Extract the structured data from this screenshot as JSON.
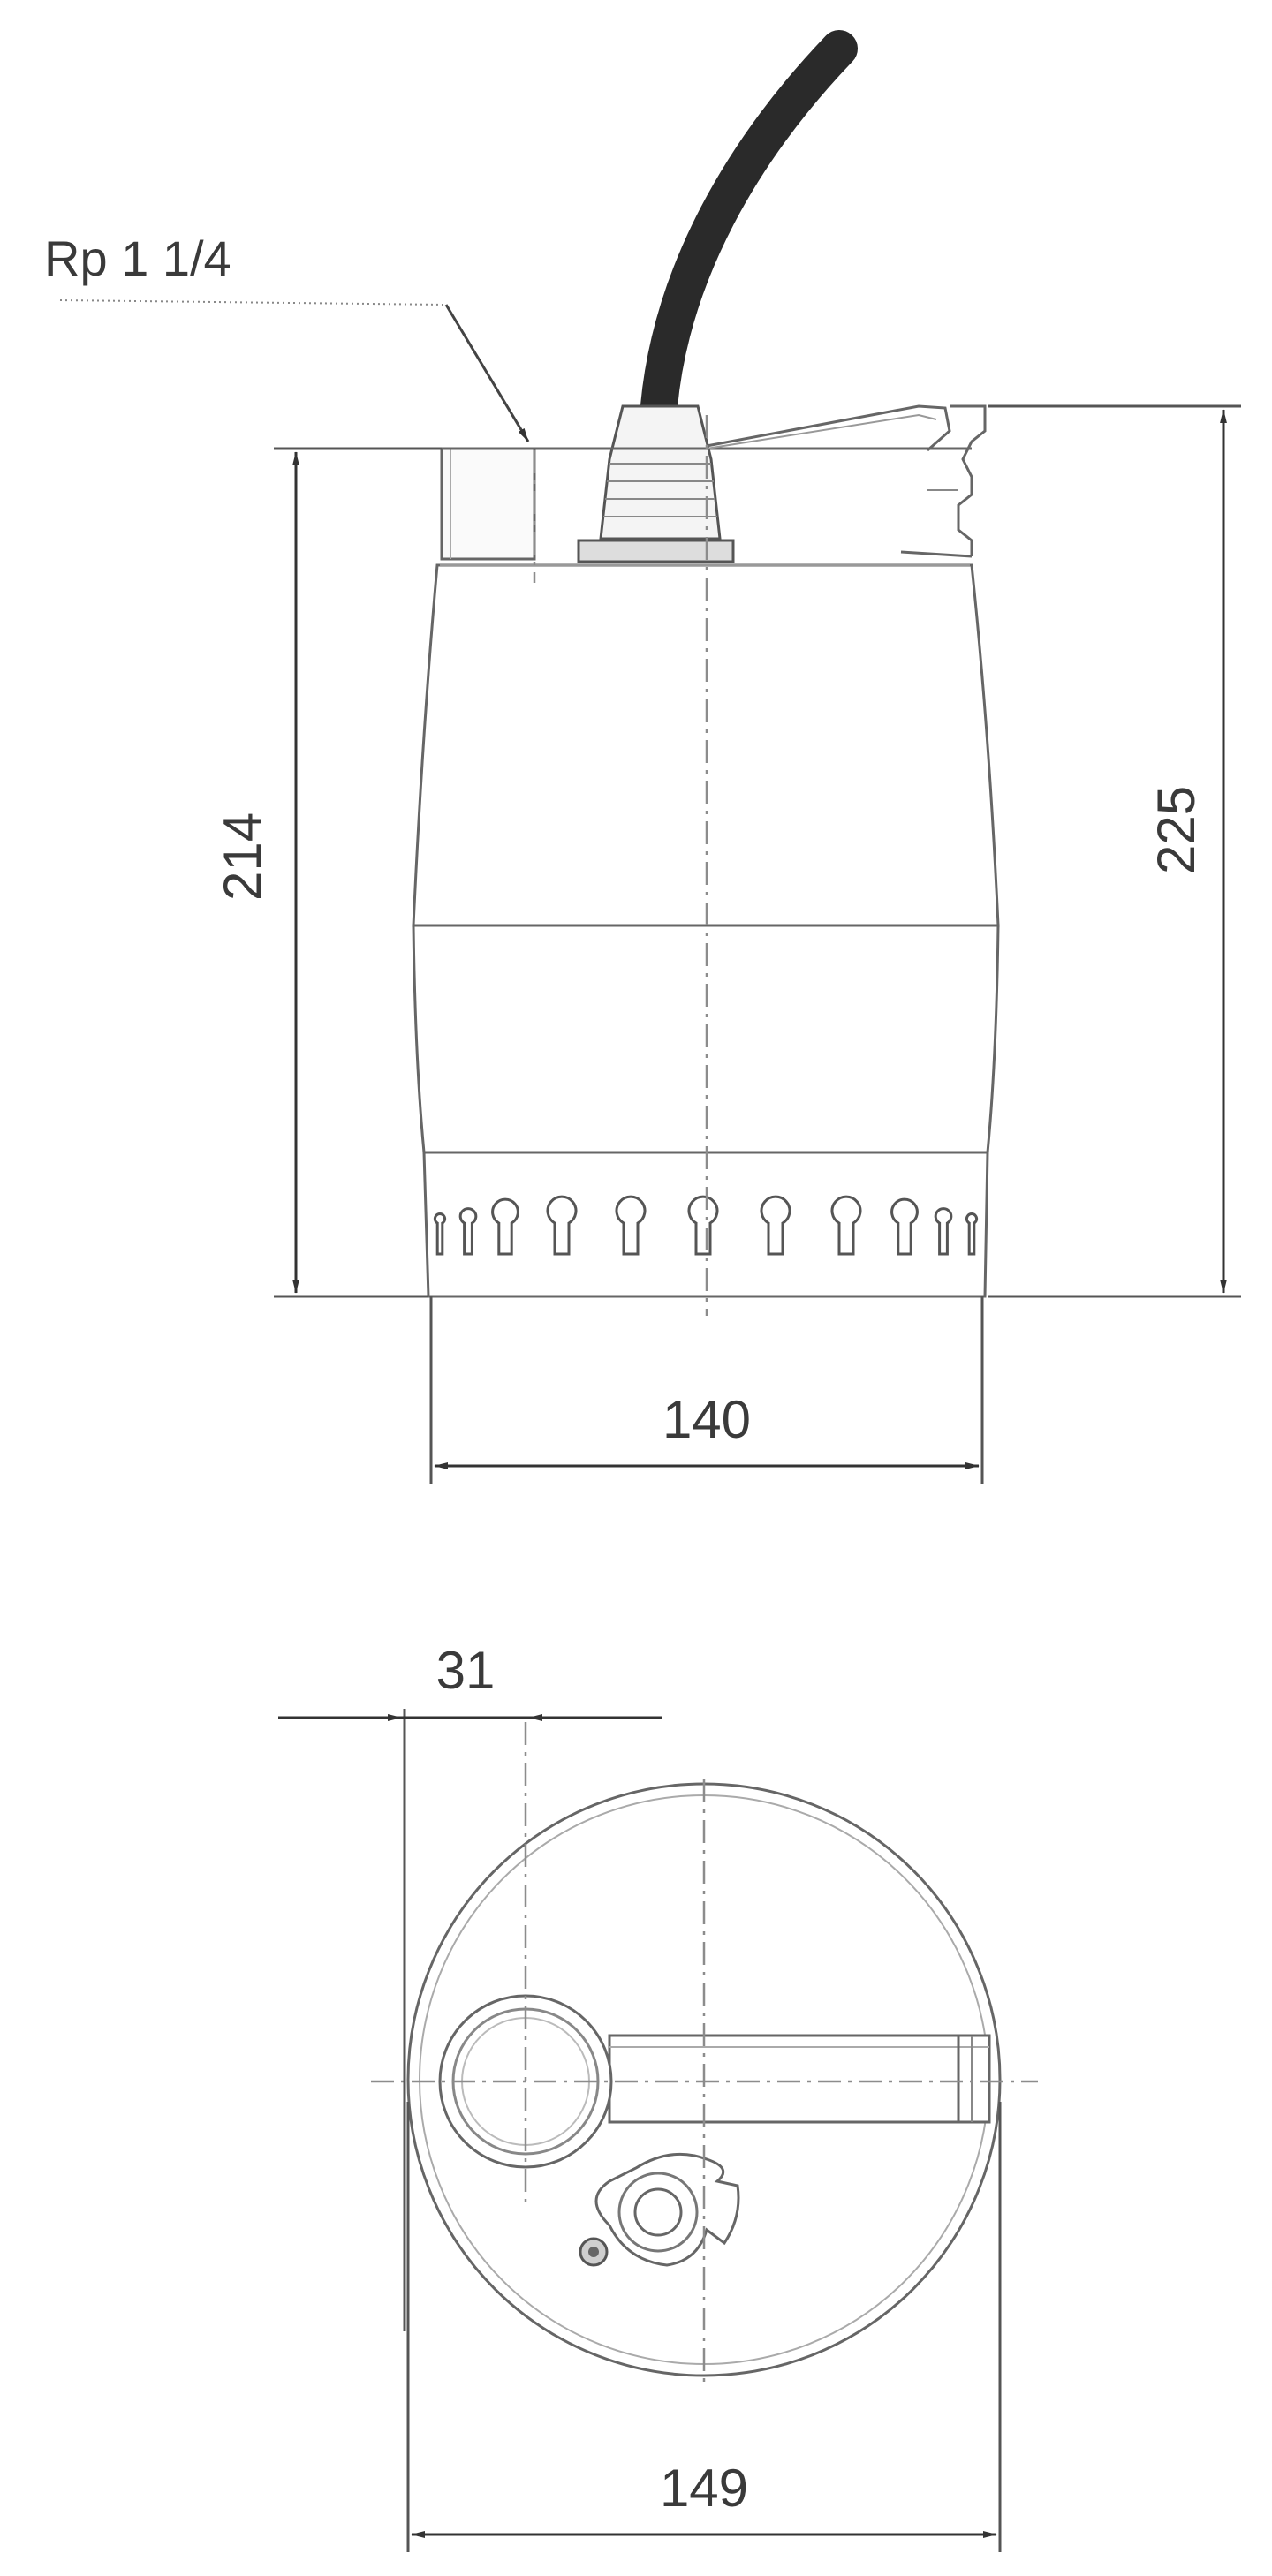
{
  "labels": {
    "thread": "Rp 1 1/4",
    "height_body": "214",
    "height_total": "225",
    "width_body": "140",
    "offset_outlet": "31",
    "diameter_base": "149"
  }
}
